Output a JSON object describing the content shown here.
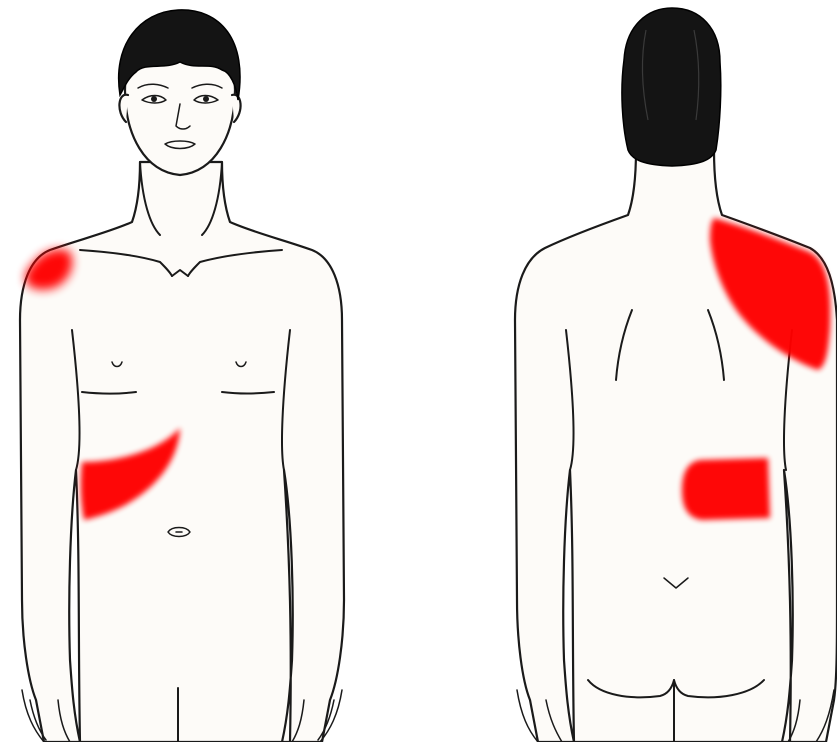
{
  "figure": {
    "views": [
      "front",
      "back"
    ],
    "colors": {
      "pain_region": "#ff0000",
      "skin": "#fdfbf8",
      "outline": "#1a1a1a",
      "hair": "#141414",
      "background": "#ffffff"
    },
    "pain_regions": {
      "front": [
        "right-shoulder-tip",
        "right-upper-abdomen-crescent"
      ],
      "back": [
        "right-shoulder-blade",
        "right-mid-back-band"
      ]
    }
  }
}
